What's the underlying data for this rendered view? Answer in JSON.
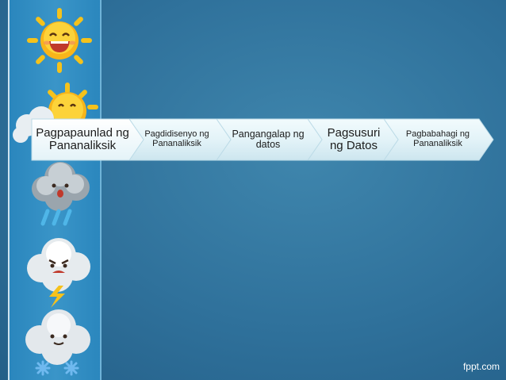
{
  "process_steps": [
    {
      "label": "Pagpapaunlad ng Pananaliksik"
    },
    {
      "label": "Pagdidisenyo ng Pananaliksik"
    },
    {
      "label": "Pangangalap ng datos"
    },
    {
      "label": "Pagsusuri ng Datos"
    },
    {
      "label": "Pagbabahagi ng Pananaliksik"
    }
  ],
  "colors": {
    "background": "#2f719b",
    "sidebar": "#2a86bd",
    "step_fill": "#d8eef4",
    "step_fill_highlight": "#f2fbfd",
    "step_border": "#cfe6ef"
  },
  "sidebar_icons": [
    "sun-laughing-icon",
    "sun-behind-cloud-icon",
    "rain-cloud-icon",
    "thunder-cloud-icon",
    "snow-cloud-icon"
  ],
  "watermark": "fppt.com"
}
